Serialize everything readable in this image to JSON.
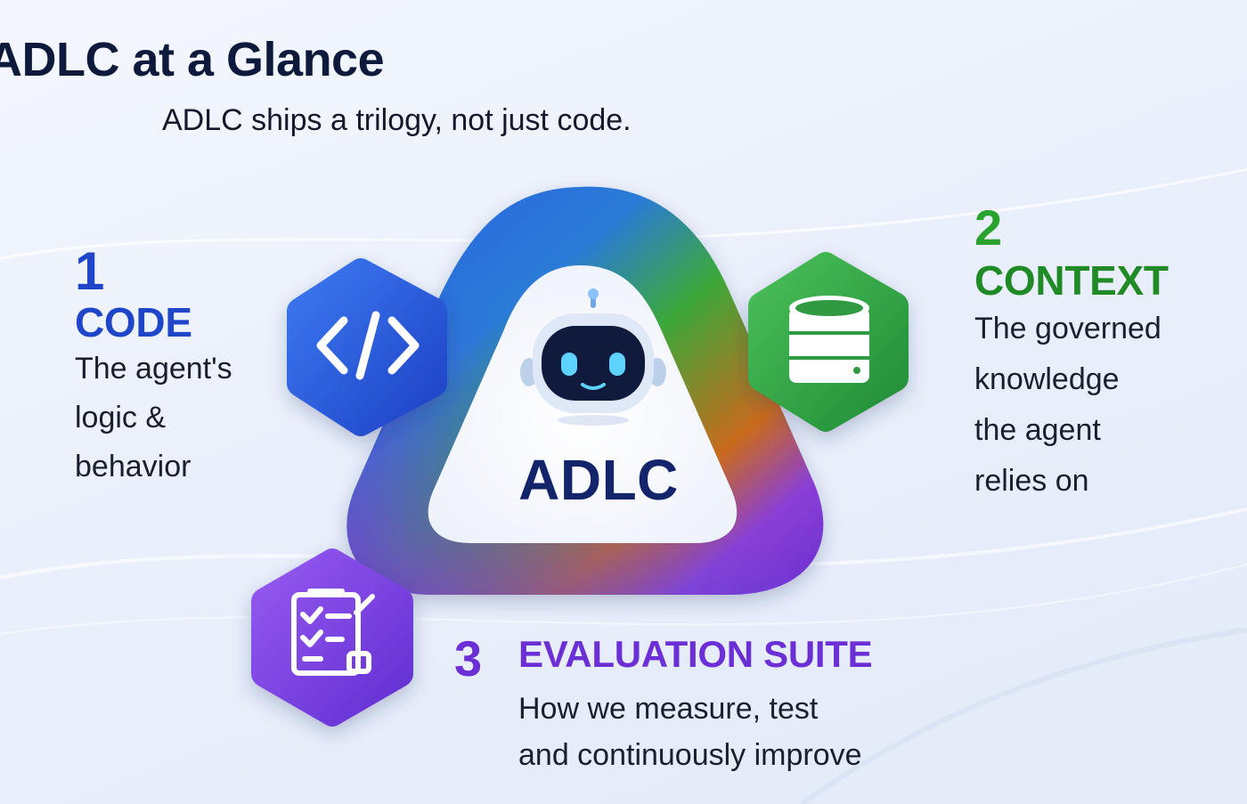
{
  "header": {
    "title": "ADLC at a Glance",
    "subtitle": "ADLC ships a trilogy, not just code."
  },
  "center": {
    "label": "ADLC",
    "mascot_icon": "robot-icon"
  },
  "pillars": [
    {
      "number": "1",
      "heading": "CODE",
      "description_lines": [
        "The agent's",
        "logic &",
        "behavior"
      ],
      "icon": "code-icon",
      "color": "#1f45c9"
    },
    {
      "number": "2",
      "heading": "CONTEXT",
      "description_lines": [
        "The governed",
        "knowledge",
        "the agent",
        "relies on"
      ],
      "icon": "database-icon",
      "color": "#1f8a26"
    },
    {
      "number": "3",
      "heading": "EVALUATION SUITE",
      "description_lines": [
        "How we measure, test",
        "and continuously improve"
      ],
      "icon": "checklist-icon",
      "color": "#6c2fd6"
    }
  ]
}
